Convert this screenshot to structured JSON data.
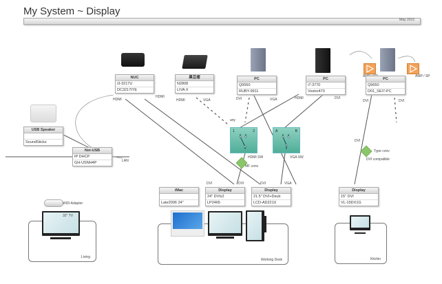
{
  "header": {
    "title": "My System ~ Display",
    "date": "May 2015"
  },
  "nodes": {
    "nuc": {
      "title": "NUC",
      "rows": [
        "i3-3217U",
        "DC3217IYE"
      ]
    },
    "liva": {
      "title": "黒豆瘤",
      "rows": [
        "N2808",
        "LIVA X"
      ]
    },
    "pc1": {
      "title": "PC",
      "rows": [
        "Q9550",
        "RUBY-9911"
      ]
    },
    "pc2": {
      "title": "PC",
      "rows": [
        "i7-3770",
        "Vostro470"
      ]
    },
    "pc3": {
      "title": "PC",
      "rows": [
        "Q9650",
        "D01_SEI7-PC"
      ]
    },
    "usb_speaker": {
      "title": "USB Speaker",
      "rows": [
        "",
        "SoundSticks"
      ]
    },
    "net_usb": {
      "title": "Net-USB",
      "rows": [
        "IP DHCP",
        "GH-USNH4P"
      ]
    },
    "imac": {
      "title": "iMac",
      "rows": [
        "",
        "Late2006 24\""
      ]
    },
    "display1": {
      "title": "Display",
      "rows": [
        "24\" DVIx2",
        "LP2465"
      ]
    },
    "display2": {
      "title": "Display",
      "rows": [
        "21.5\" DVI+Dsub",
        "LCD-AD221X"
      ]
    },
    "display3": {
      "title": "Display",
      "rows": [
        "15\" DVI",
        "VL-15DX1G"
      ]
    }
  },
  "labels": {
    "hdmi": "HDMI",
    "hdm": "HDMI",
    "vga": "VGA",
    "dvi": "DVI",
    "any": "any",
    "lan": "LAN",
    "amp": "AMP / SP",
    "hdmi_sw": "HDMI SW",
    "vga_sw": "VGA SW",
    "mf_conv": "MF conv",
    "type_conv": "Type conv",
    "dvi_compat": "DVI compatible",
    "sw1_a": "1",
    "sw1_b": "2",
    "sw2_a": "A",
    "sw2_b": "B",
    "widi": "WiDi Adapter",
    "tv": "32\" TV"
  },
  "rooms": {
    "living": "Living",
    "desk": "Working Desk",
    "kitchen": "Kitchin"
  }
}
